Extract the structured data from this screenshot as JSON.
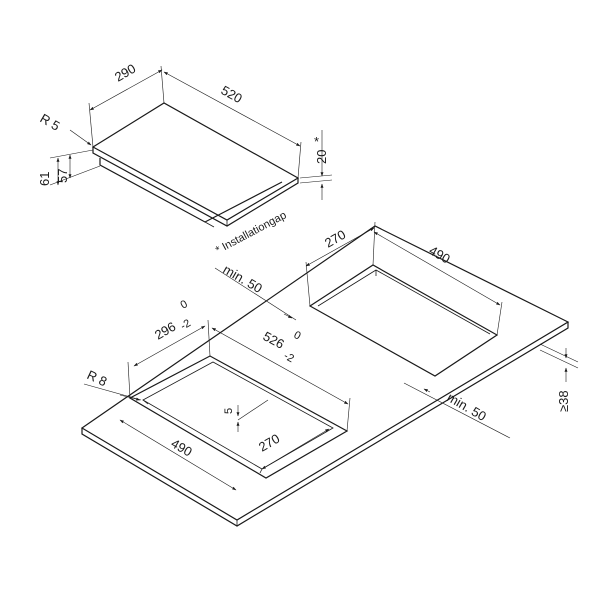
{
  "hob": {
    "depth": "290",
    "width": "520",
    "corner_radius": "R 5",
    "gap": "20",
    "gap_star": "*",
    "height_total": "61",
    "height_body": "57",
    "note": "* Installationgap"
  },
  "countertop": {
    "flush_depth_top": "296",
    "flush_depth_tol_upper": "0",
    "flush_depth_tol_lower": "-2",
    "flush_width_top": "526",
    "flush_width_tol_upper": "0",
    "flush_width_tol_lower": "-2",
    "flush_radius": "R 8",
    "flush_step": "5",
    "flush_cut_width": "490",
    "flush_cut_depth": "270",
    "rear_cut_depth": "270",
    "rear_cut_width": "490",
    "min_rear": "min. 50",
    "min_front": "min. 50",
    "thickness": "≥38"
  }
}
